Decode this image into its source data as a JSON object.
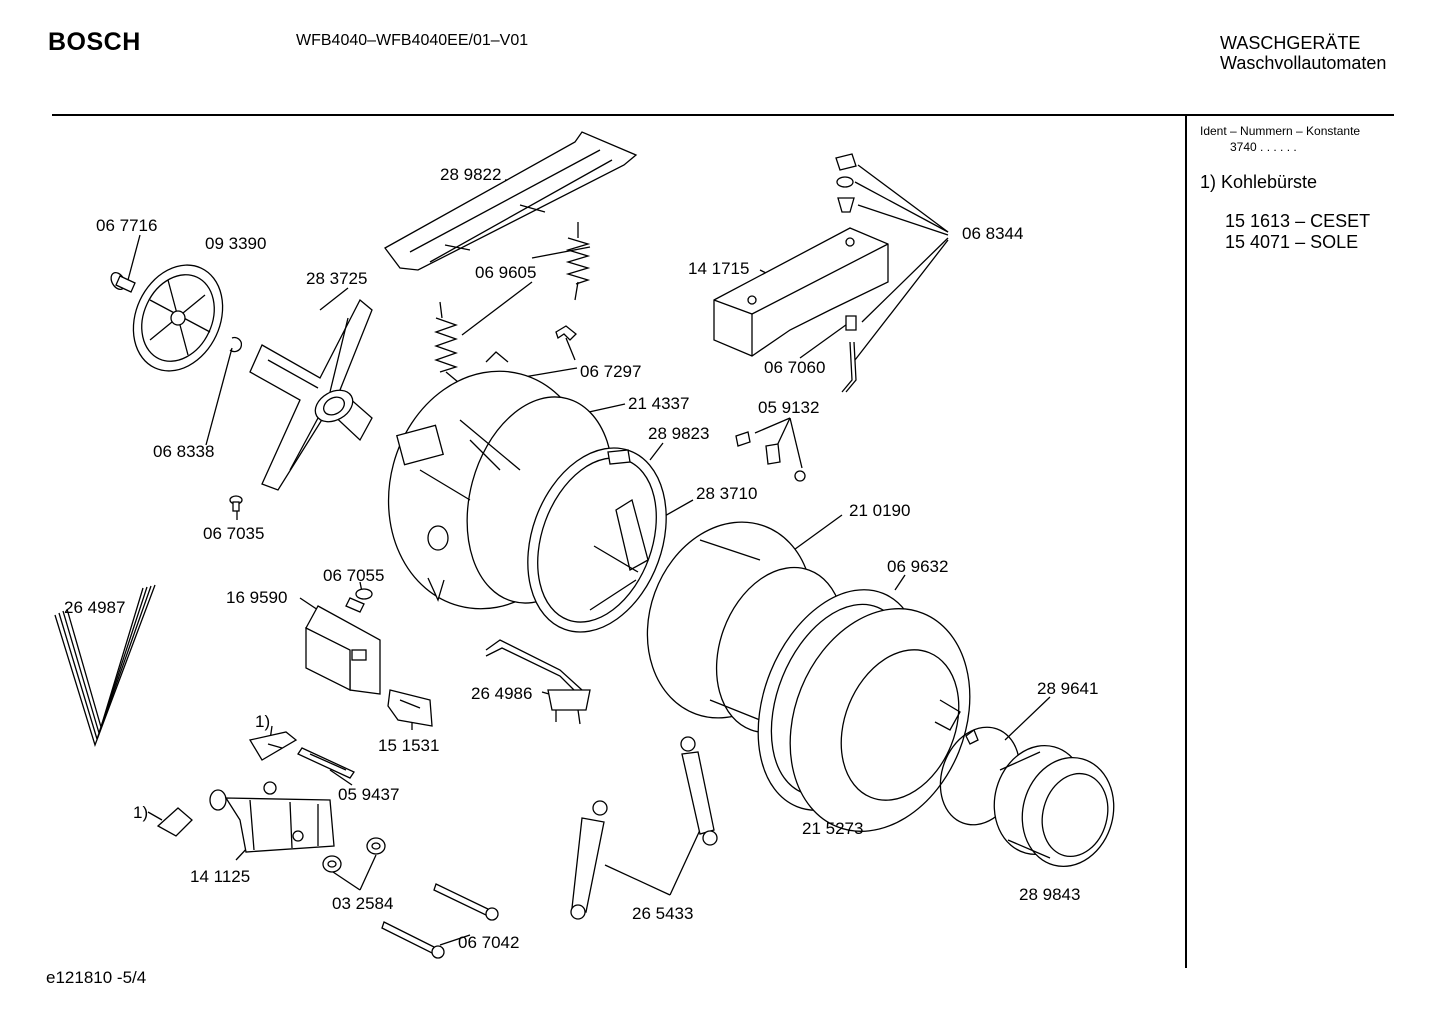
{
  "header": {
    "brand": "BOSCH",
    "model": "WFB4040–WFB4040EE/01–V01",
    "category_line1": "WASCHGERÄTE",
    "category_line2": "Waschvollautomaten"
  },
  "sidebar": {
    "ident_heading": "Ident – Nummern – Konstante",
    "ident_const": "3740 . .  . . . .",
    "note_title": "1) Kohlebürste",
    "note_items": [
      "15 1613 – CESET",
      "15 4071 – SOLE"
    ]
  },
  "footer": {
    "code": "e121810  -5/4"
  },
  "labels": [
    "28 9822",
    "06 7716",
    "09 3390",
    "28 3725",
    "06 9605",
    "14 1715",
    "06 8344",
    "06 7297",
    "06 7060",
    "21 4337",
    "05 9132",
    "06 8338",
    "28 9823",
    "06 7035",
    "28 3710",
    "21 0190",
    "06 7055",
    "06 9632",
    "26 4987",
    "16 9590",
    "28 9641",
    "26 4986",
    "1)",
    "15 1531",
    "05 9437",
    "1)",
    "21 5273",
    "14 1125",
    "28 9843",
    "03 2584",
    "26 5433",
    "06 7042"
  ]
}
